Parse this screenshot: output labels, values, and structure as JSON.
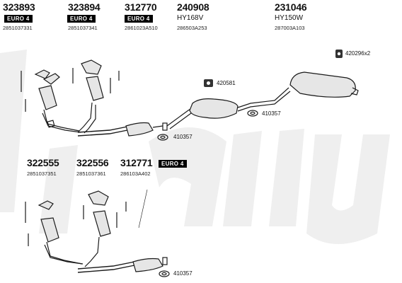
{
  "watermark": "Klarius",
  "top_parts": [
    {
      "part": "323893",
      "badge": "EURO 4",
      "ref": "2851037331"
    },
    {
      "part": "323894",
      "badge": "EURO 4",
      "ref": "2851037341"
    },
    {
      "part": "312770",
      "badge": "EURO 4",
      "ref": "2861023A510"
    },
    {
      "part": "240908",
      "code": "HY168V",
      "ref": "286503A253"
    },
    {
      "part": "231046",
      "code": "HY150W",
      "ref": "287003A103"
    }
  ],
  "bottom_parts": [
    {
      "part": "322555",
      "ref": "2851037351"
    },
    {
      "part": "322556",
      "ref": "2851037361"
    },
    {
      "part": "312771",
      "badge": "EURO 4",
      "ref": "286103A402"
    }
  ],
  "callouts": {
    "hanger_top_right": "420296x2",
    "mount_mid": "420581",
    "ring_mid": "410357",
    "ring_top_left": "410357",
    "ring_bottom": "410357"
  },
  "colors": {
    "line": "#1a1a1a",
    "part_fill": "#e6e6e6",
    "watermark": "#eeeeee",
    "badge_bg": "#000000"
  }
}
